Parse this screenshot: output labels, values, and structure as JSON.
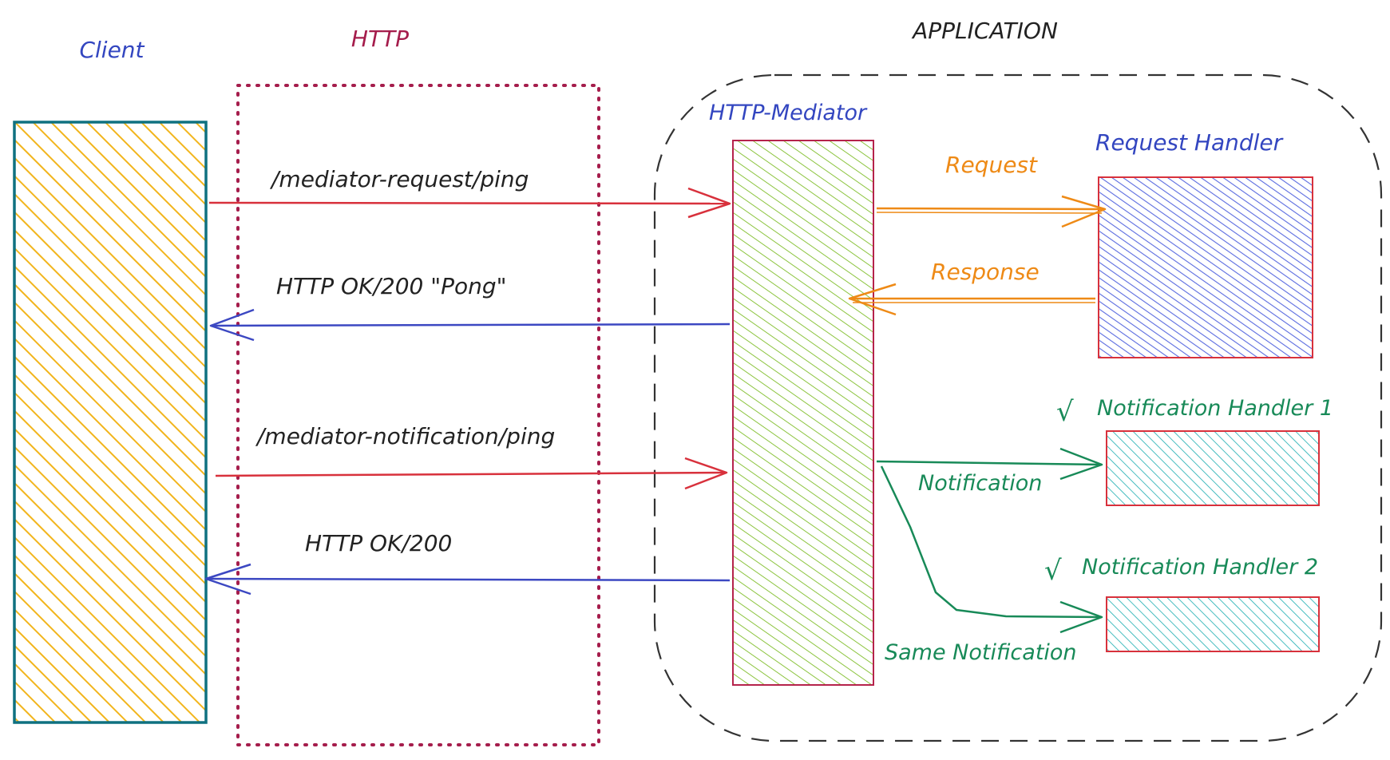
{
  "columns": {
    "client": "Client",
    "http": "HTTP",
    "application": "APPLICATION"
  },
  "components": {
    "mediator": "HTTP-Mediator",
    "request_handler": "Request Handler",
    "notification_handler_1": "Notification Handler 1",
    "notification_handler_2": "Notification Handler 2"
  },
  "arrows": {
    "mediator_request": "/mediator-request/ping",
    "pong_response": "HTTP OK/200 \"Pong\"",
    "mediator_notification": "/mediator-notification/ping",
    "ok_response": "HTTP OK/200",
    "request": "Request",
    "response": "Response",
    "notification": "Notification",
    "same_notification": "Same Notification"
  },
  "checkmarks": {
    "handler_1": "√",
    "handler_2": "√"
  },
  "colors": {
    "client_fill": "#f2b51c",
    "client_border": "#0f7180",
    "http_border": "#a51d4c",
    "mediator_fill": "#8cc43f",
    "mediator_border": "#b5234b",
    "request_handler_fill": "#5a6be0",
    "notification_handler_fill": "#1aaeb1",
    "handler_border": "#d8313c",
    "red_arrow": "#d8313c",
    "blue_arrow": "#3c48c2",
    "orange_arrow": "#ee8a16",
    "green_arrow": "#188a58",
    "client_label": "#3346c0",
    "http_label": "#a51d4c",
    "app_label": "#222222"
  }
}
